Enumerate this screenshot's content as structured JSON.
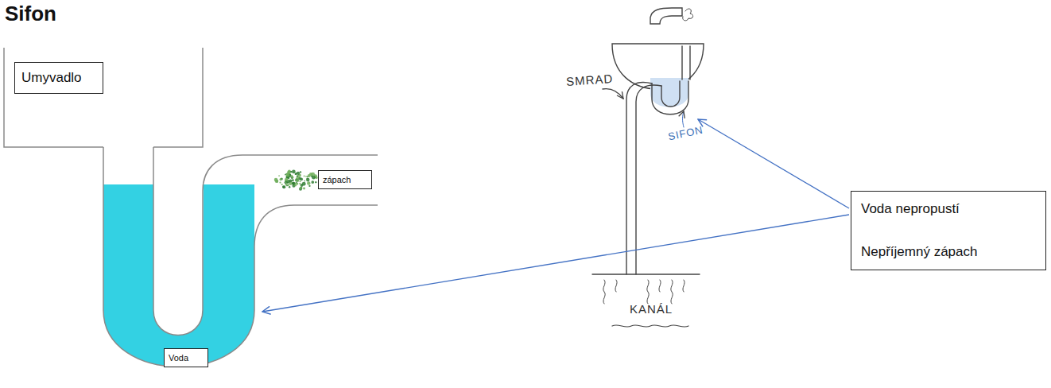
{
  "diagram": {
    "title": "Sifon",
    "nodes": [
      {
        "text": [
          "Umyvadlo"
        ]
      },
      {
        "text": [
          "zápach"
        ]
      },
      {
        "text": [
          "Voda"
        ]
      },
      {
        "text": [
          "Voda nepropustí",
          "Nepříjemný zápach"
        ]
      }
    ],
    "labels": [
      "SMRAD",
      "SIFON",
      "KANÁL"
    ]
  }
}
